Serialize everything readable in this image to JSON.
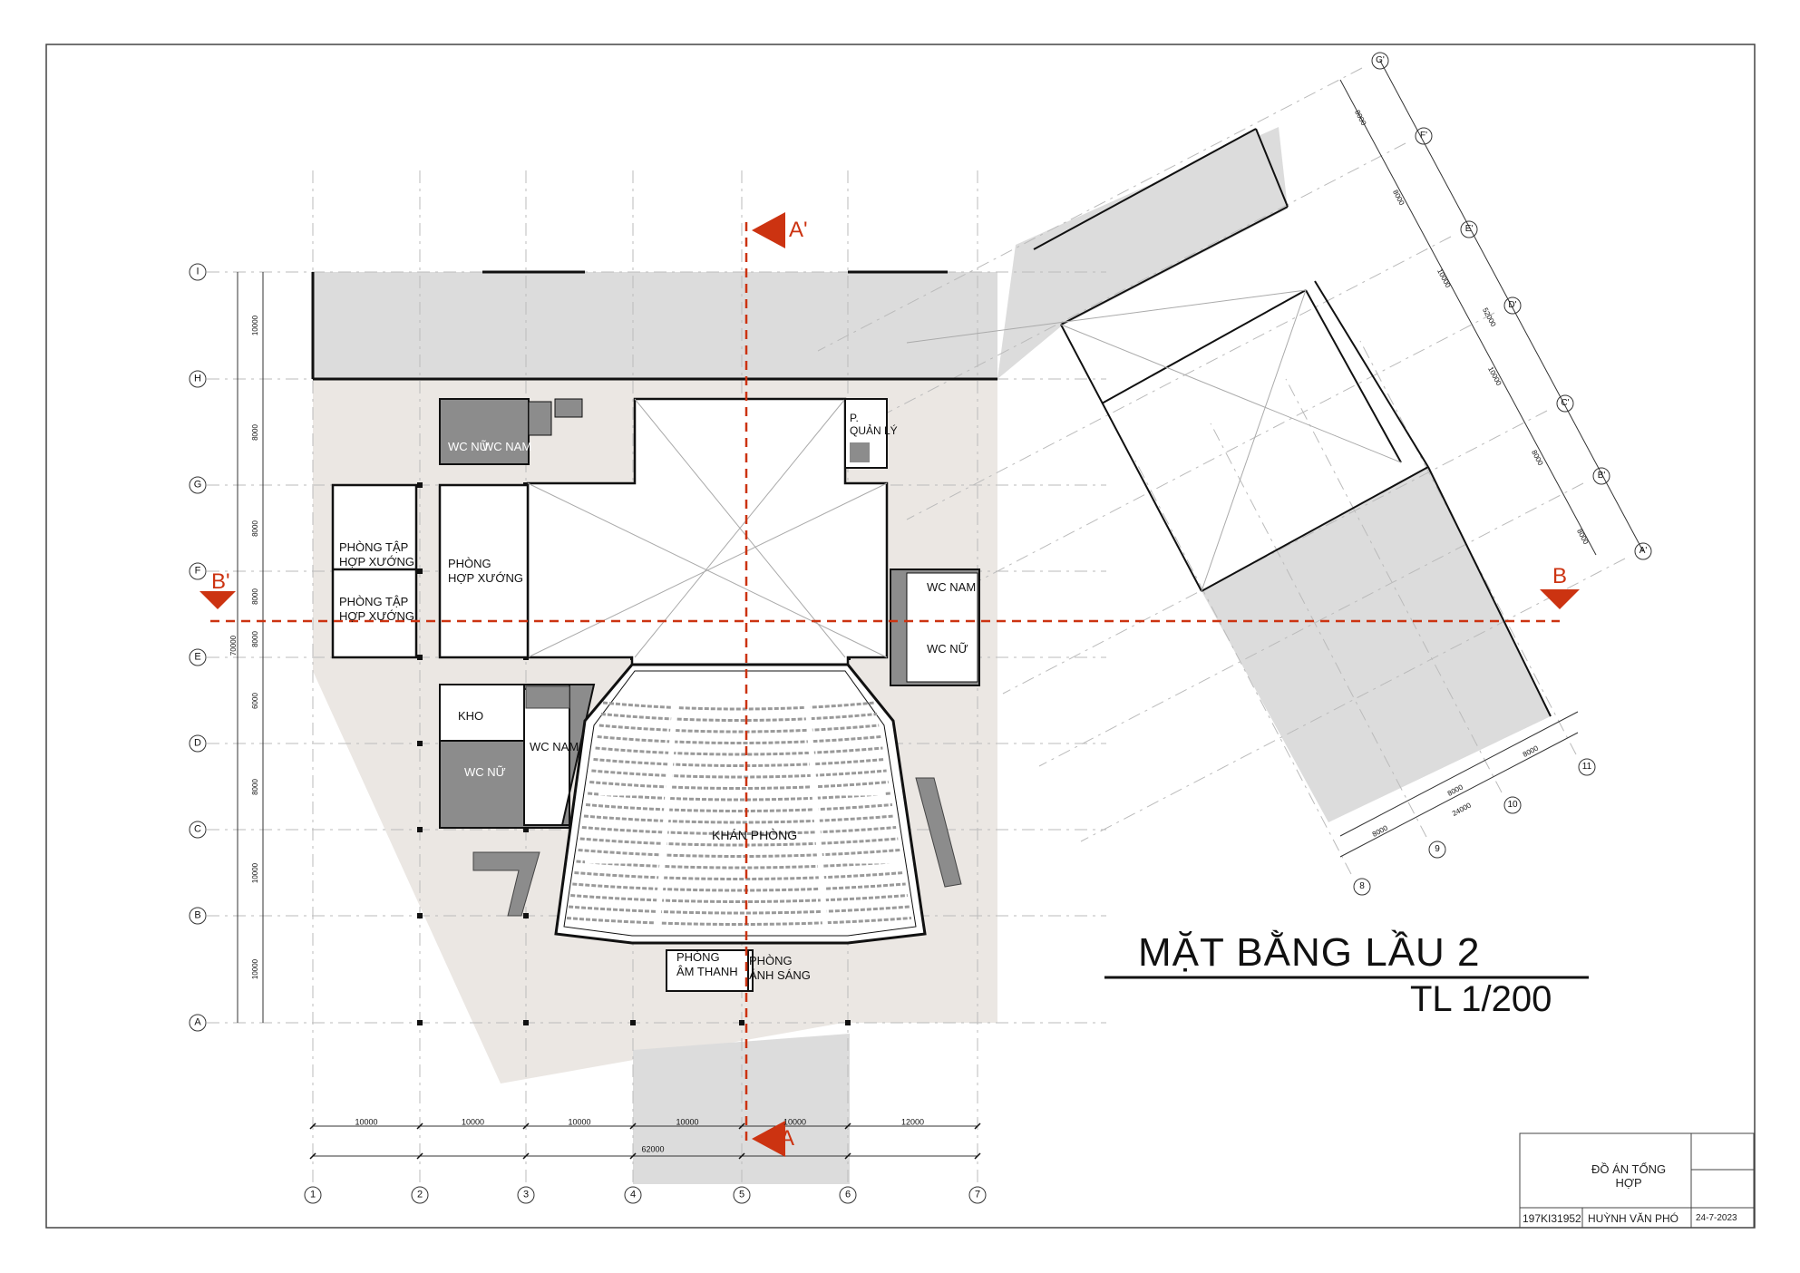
{
  "drawing": {
    "title": "MẶT BẰNG LẦU 2",
    "scale": "TL  1/200",
    "section_marks": {
      "a_top": "A'",
      "a_bottom": "A",
      "b_left": "B'",
      "b_right": "B"
    }
  },
  "grid": {
    "columns": [
      "1",
      "2",
      "3",
      "4",
      "5",
      "6",
      "7"
    ],
    "rows": [
      "A",
      "B",
      "C",
      "D",
      "E",
      "F",
      "G",
      "H",
      "I"
    ],
    "rotated_letters": [
      "A'",
      "B'",
      "C'",
      "D'",
      "E'",
      "F'",
      "G'"
    ],
    "rotated_numbers": [
      "8",
      "9",
      "10",
      "11"
    ]
  },
  "dimensions": {
    "bottom_spans": [
      "10000",
      "10000",
      "10000",
      "10000",
      "10000",
      "12000"
    ],
    "bottom_total": "62000",
    "left_spans": [
      "10000",
      "8000",
      "8000",
      "8000",
      "8000",
      "6000",
      "8000",
      "10000",
      "10000"
    ],
    "left_total": "70000",
    "rotated_spans_top": [
      "8000",
      "8000",
      "10000",
      "10000",
      "8000",
      "8000"
    ],
    "rotated_total_top": "52000",
    "rotated_spans_bottom": [
      "8000",
      "8000",
      "8000"
    ],
    "rotated_total_bottom": "24000"
  },
  "rooms": {
    "wc_nu_top": "WC NỮ",
    "wc_nam_top": "WC NAM",
    "quan_ly": "P.\nQUẢN LÝ",
    "tap_hop_xuong_1": "PHÒNG TẬP\nHỢP XƯỚNG",
    "tap_hop_xuong_2": "PHÒNG TẬP\nHỢP XƯỚNG",
    "hop_xuong": "PHÒNG\nHỢP XƯỚNG",
    "wc_nam_right": "WC NAM",
    "wc_nu_right": "WC NỮ",
    "kho": "KHO",
    "wc_nam_left": "WC NAM",
    "wc_nu_left": "WC NỮ",
    "khan_phong": "KHÁN PHÒNG",
    "am_thanh": "PHÒNG\nÂM THANH",
    "anh_sang": "PHÒNG\nÁNH SÁNG"
  },
  "title_block": {
    "project": "ĐỒ ÁN TỔNG\nHỢP",
    "student_id": "197KI31952",
    "student_name": "HUỲNH VĂN PHÓ",
    "date": "24-7-2023"
  },
  "colors": {
    "section_line": "#cc3311",
    "roof_gray": "#dcdcdc",
    "terrace": "#ebe7e3",
    "wc_fill": "#8c8c8c",
    "grid_line": "#bbbbbb"
  }
}
